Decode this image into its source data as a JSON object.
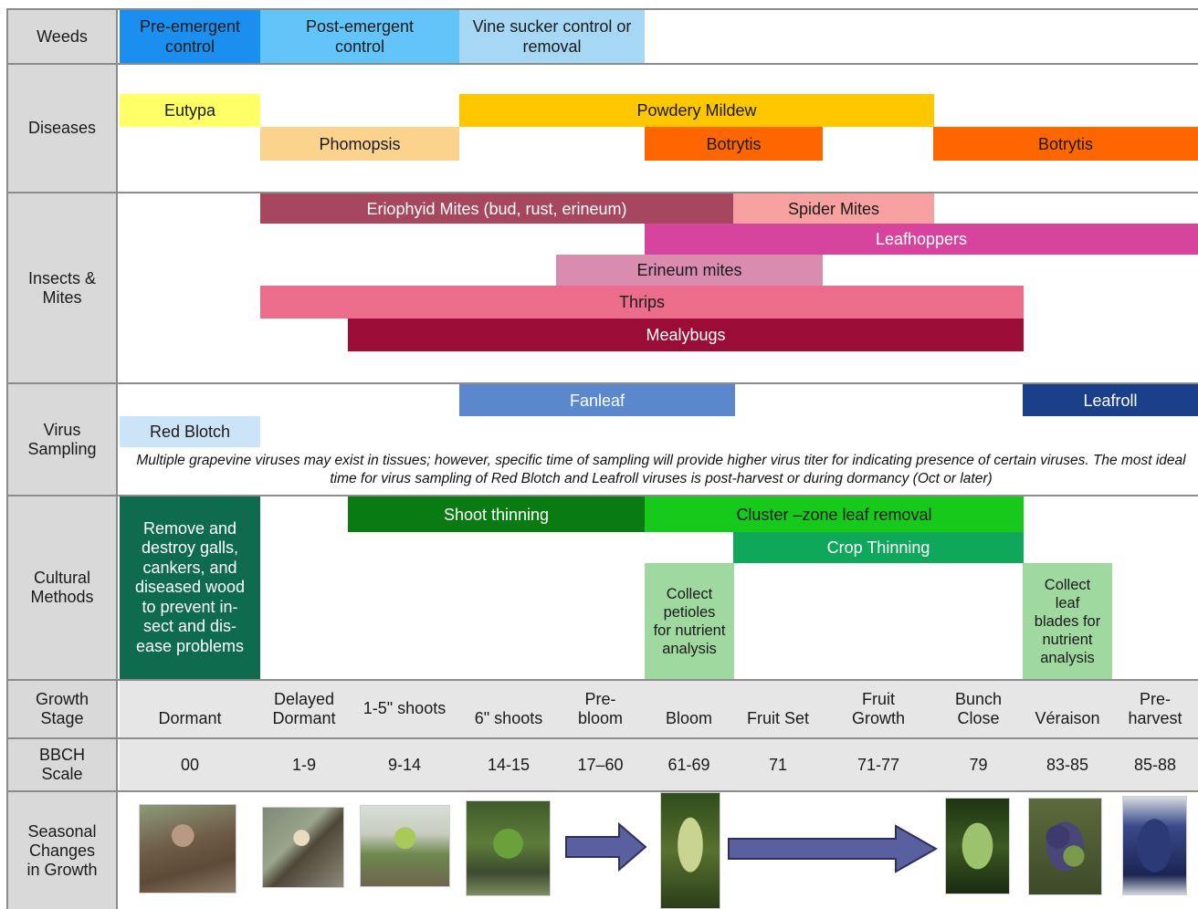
{
  "rows": {
    "weeds": "Weeds",
    "diseases": "Diseases",
    "insects": "Insects &\nMites",
    "virus": "Virus\nSampling",
    "cultural": "Cultural\nMethods",
    "growth_stage": "Growth\nStage",
    "bbch": "BBCH\nScale",
    "seasonal": "Seasonal\nChanges\nin Growth"
  },
  "weeds": {
    "pre_emergent": "Pre-emergent\ncontrol",
    "post_emergent": "Post-emergent\ncontrol",
    "vine_sucker": "Vine sucker control or\nremoval"
  },
  "diseases": {
    "eutypa": "Eutypa",
    "phomopsis": "Phomopsis",
    "powdery_mildew": "Powdery Mildew",
    "botrytis_1": "Botrytis",
    "botrytis_2": "Botrytis"
  },
  "insects": {
    "eriophyid": "Eriophyid Mites (bud, rust, erineum)",
    "spider_mites": "Spider Mites",
    "leafhoppers": "Leafhoppers",
    "erineum_mites": "Erineum mites",
    "thrips": "Thrips",
    "mealybugs": "Mealybugs"
  },
  "virus": {
    "fanleaf": "Fanleaf",
    "leafroll": "Leafroll",
    "red_blotch": "Red Blotch",
    "note": "Multiple grapevine viruses may exist in tissues; however, specific time of sampling will provide higher virus titer for indicating presence of certain viruses. The most ideal time for virus sampling of Red Blotch and Leafroll viruses is post-harvest or during dormancy (Oct or later)"
  },
  "cultural": {
    "galls": "Remove and\ndestroy galls,\ncankers, and\ndiseased wood\nto prevent in-\nsect and dis-\nease problems",
    "shoot_thinning": "Shoot thinning",
    "leaf_removal": "Cluster –zone leaf removal",
    "crop_thinning": "Crop Thinning",
    "petioles": "Collect\npetioles\nfor nutrient\nanalysis",
    "leaf_blades": "Collect\nleaf\nblades for\nnutrient\nanalysis"
  },
  "stages": [
    {
      "label": "Dormant",
      "bbch": "00"
    },
    {
      "label": "Delayed\nDormant",
      "bbch": "1-9"
    },
    {
      "label": "1-5\" shoots",
      "bbch": "9-14"
    },
    {
      "label": "6\" shoots",
      "bbch": "14-15"
    },
    {
      "label": "Pre-\nbloom",
      "bbch": "17–60"
    },
    {
      "label": "Bloom",
      "bbch": "61-69"
    },
    {
      "label": "Fruit Set",
      "bbch": "71"
    },
    {
      "label": "Fruit\nGrowth",
      "bbch": "71-77"
    },
    {
      "label": "Bunch\nClose",
      "bbch": "79"
    },
    {
      "label": "Véraison",
      "bbch": "83-85"
    },
    {
      "label": "Pre-\nharvest",
      "bbch": "85-88"
    }
  ],
  "colors": {
    "header_bg": "#d9d9d9",
    "pre_emergent": "#1a8ff0",
    "post_emergent": "#62c4f8",
    "vine_sucker": "#a6d8f5",
    "eutypa": "#ffff66",
    "phomopsis": "#fbd38d",
    "powdery_mildew": "#ffc700",
    "botrytis": "#ff6600",
    "eriophyid": "#a6475d",
    "spider_mites": "#f7a0a0",
    "leafhoppers": "#d7449e",
    "erineum_mites": "#d98cae",
    "thrips": "#eb6d8b",
    "mealybugs": "#9b0d37",
    "fanleaf": "#5b88cc",
    "leafroll": "#1c3f8a",
    "red_blotch": "#cce4f7",
    "galls": "#0e6b4e",
    "shoot_thinning": "#0a7a12",
    "leaf_removal": "#16c91a",
    "crop_thinning": "#0fa85a",
    "nutrient": "#9fd9a0",
    "arrow": "#5a5fa0"
  }
}
